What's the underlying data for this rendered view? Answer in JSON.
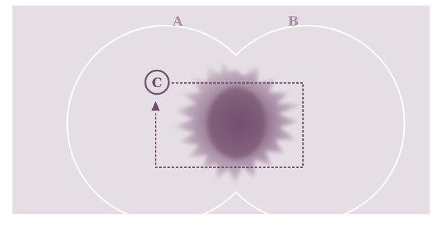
{
  "labels": {
    "a": "A",
    "b": "B",
    "c": "C"
  },
  "colors": {
    "panel_background": "#e6dee5",
    "outline": "#ffffff",
    "label_text": "#a98ea6",
    "accent": "#6e4c6a",
    "blob_core": "#6f4d6b"
  }
}
